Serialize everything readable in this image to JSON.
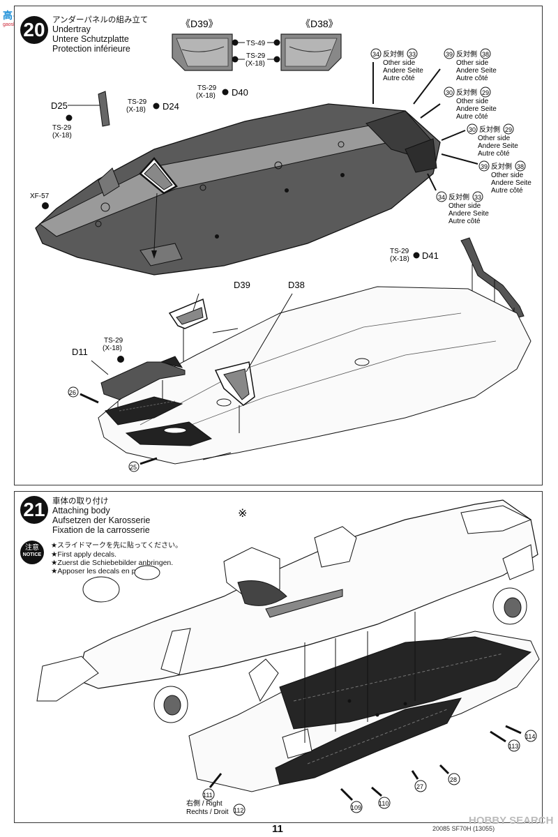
{
  "watermark": {
    "logo_text": "高手网",
    "url": "gaoshou.net"
  },
  "step20": {
    "number": "20",
    "title_jp": "アンダーパネルの組み立て",
    "title_en": "Undertray",
    "title_de": "Untere Schutzplatte",
    "title_fr": "Protection inférieure",
    "inset_left_label": "《D39》",
    "inset_right_label": "《D38》",
    "inset_screw1": "TS-49",
    "inset_screw2": "TS-29",
    "inset_screw2_sub": "(X-18)",
    "d25": "D25",
    "d25_screw": "TS-29",
    "d25_screw_sub": "(X-18)",
    "d24_screw": "TS-29",
    "d24_screw_sub": "(X-18)",
    "d24": "D24",
    "d40_screw": "TS-29",
    "d40_screw_sub": "(X-18)",
    "d40": "D40",
    "xf57": "XF-57",
    "callouts": [
      {
        "num": "34",
        "mid": "反対側",
        "num2": "33",
        "l1": "Other side",
        "l2": "Andere Seite",
        "l3": "Autre côté"
      },
      {
        "num": "39",
        "mid": "反対側",
        "num2": "38",
        "l1": "Other side",
        "l2": "Andere Seite",
        "l3": "Autre côté"
      },
      {
        "num": "30",
        "mid": "反対側",
        "num2": "29",
        "l1": "Other side",
        "l2": "Andere Seite",
        "l3": "Autre côté"
      },
      {
        "num": "30",
        "mid": "反対側",
        "num2": "29",
        "l1": "Other side",
        "l2": "Andere Seite",
        "l3": "Autre côté"
      },
      {
        "num": "39",
        "mid": "反対側",
        "num2": "38",
        "l1": "Other side",
        "l2": "Andere Seite",
        "l3": "Autre côté"
      },
      {
        "num": "34",
        "mid": "反対側",
        "num2": "33",
        "l1": "Other side",
        "l2": "Andere Seite",
        "l3": "Autre côté"
      }
    ],
    "d41_screw": "TS-29",
    "d41_screw_sub": "(X-18)",
    "d41": "D41",
    "d39": "D39",
    "d38": "D38",
    "d11_screw": "TS-29",
    "d11_screw_sub": "(X-18)",
    "d11": "D11",
    "decal_26": "26",
    "decal_25": "25"
  },
  "step21": {
    "number": "21",
    "title_jp": "車体の取り付け",
    "title_en": "Attaching body",
    "title_de": "Aufsetzen der Karosserie",
    "title_fr": "Fixation de la carrosserie",
    "notice_jp": "注意",
    "notice_en": "NOTICE",
    "note_jp": "★スライドマークを先に貼ってください。",
    "note_en": "★First apply decals.",
    "note_de": "★Zuerst die Schiebebilder anbringen.",
    "note_fr": "★Apposer les decals en premier.",
    "star_mark": "※",
    "decals": [
      "114",
      "113",
      "28",
      "27",
      "110",
      "109"
    ],
    "right_jp": "右側 / Right",
    "right_eu": "Rechts / Droit",
    "d111": "111",
    "d112": "112"
  },
  "footer": {
    "page": "11",
    "catalog": "20085 SF70H (13055)",
    "watermark2": "HOBBY SEARCH"
  }
}
